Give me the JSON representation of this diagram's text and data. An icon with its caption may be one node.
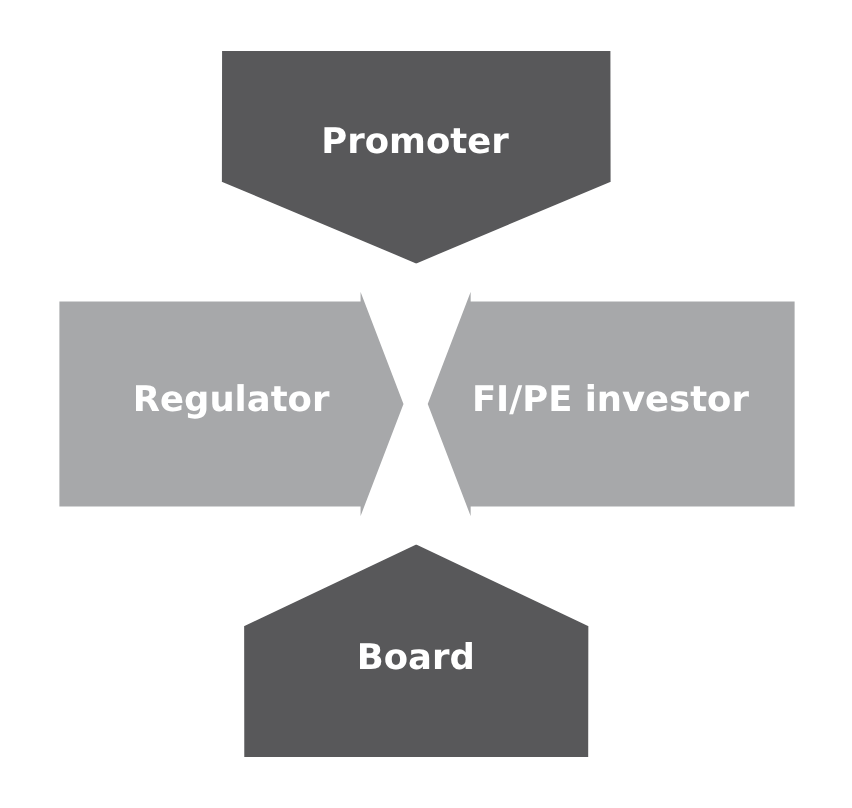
{
  "diagram": {
    "nodes": [
      {
        "text": [
          "Promoter"
        ]
      },
      {
        "text": [
          "Regulator"
        ]
      },
      {
        "text": [
          "FI/PE investor"
        ]
      },
      {
        "text": [
          "Board"
        ]
      }
    ]
  }
}
